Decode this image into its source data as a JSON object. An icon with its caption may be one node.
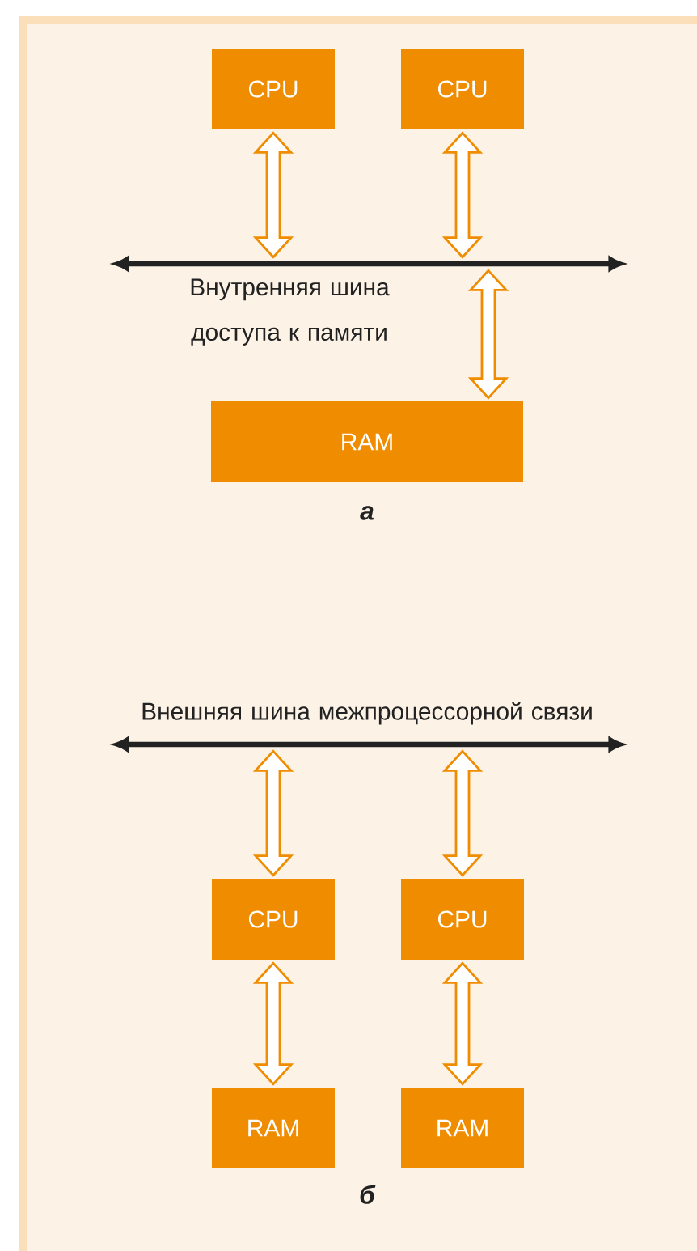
{
  "diagram": {
    "nodes": [
      {
        "text": [
          "CPU"
        ]
      },
      {
        "text": [
          "CPU"
        ]
      },
      {
        "text": [
          "Внутренняя шина доступа к памяти"
        ]
      },
      {
        "text": [
          "RAM"
        ]
      },
      {
        "text": [
          "Внешняя шина межпроцессорной связи"
        ]
      },
      {
        "text": [
          "CPU"
        ]
      },
      {
        "text": [
          "CPU"
        ]
      },
      {
        "text": [
          "RAM"
        ]
      },
      {
        "text": [
          "RAM"
        ]
      }
    ],
    "edges": [
      {
        "from": 0,
        "to": 2,
        "arrow": "both"
      },
      {
        "from": 1,
        "to": 2,
        "arrow": "both"
      },
      {
        "from": 2,
        "to": 3,
        "arrow": "both"
      },
      {
        "from": 4,
        "to": 5,
        "arrow": "both"
      },
      {
        "from": 4,
        "to": 6,
        "arrow": "both"
      },
      {
        "from": 5,
        "to": 7,
        "arrow": "both"
      },
      {
        "from": 6,
        "to": 8,
        "arrow": "both"
      }
    ],
    "labels": [
      "а",
      "б"
    ]
  }
}
